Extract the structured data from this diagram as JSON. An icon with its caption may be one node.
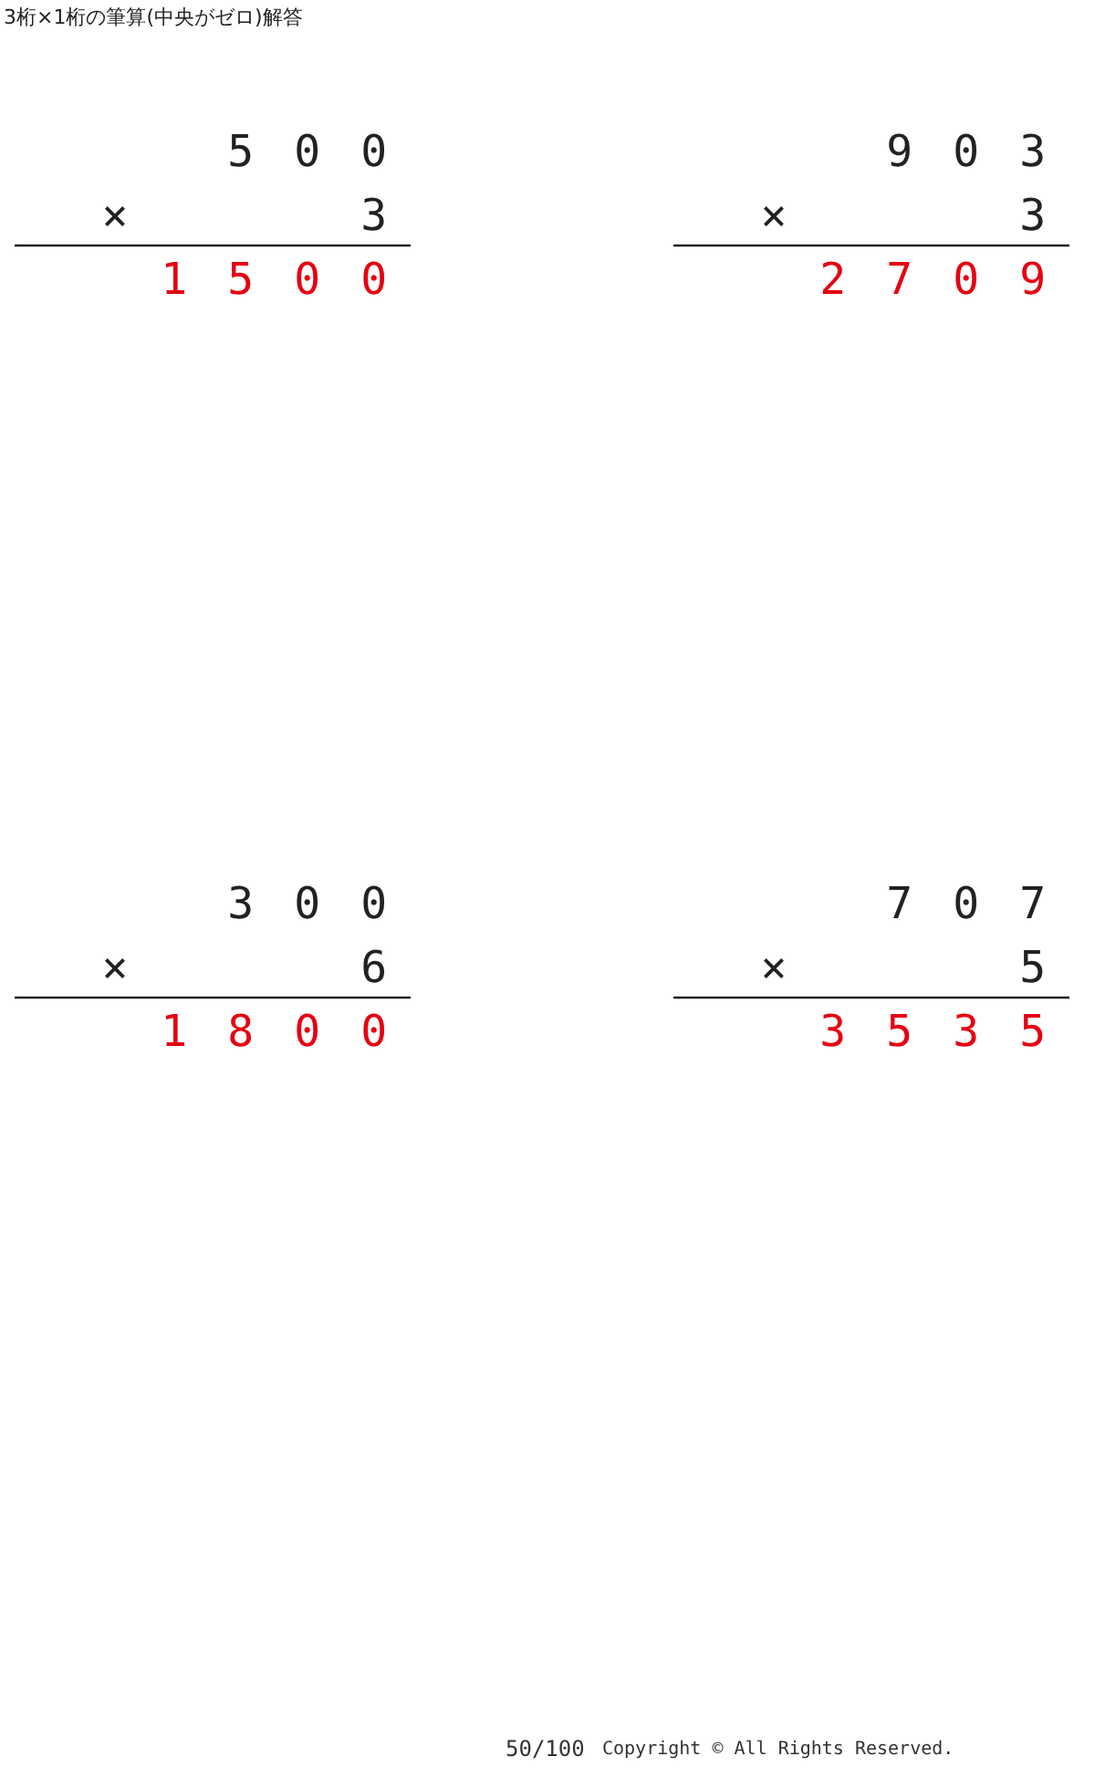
{
  "diagram": {
    "title": "3桁×1桁の筆算(中央がゼロ)解答",
    "labels": [
      "5 0 0",
      "×",
      "3",
      "1 5 0 0",
      "9 0 3",
      "×",
      "3",
      "2 7 0 9",
      "3 0 0",
      "×",
      "6",
      "1 8 0 0",
      "7 0 7",
      "×",
      "5",
      "3 5 3 5",
      "50/100",
      "Copyright © All Rights Reserved."
    ]
  }
}
